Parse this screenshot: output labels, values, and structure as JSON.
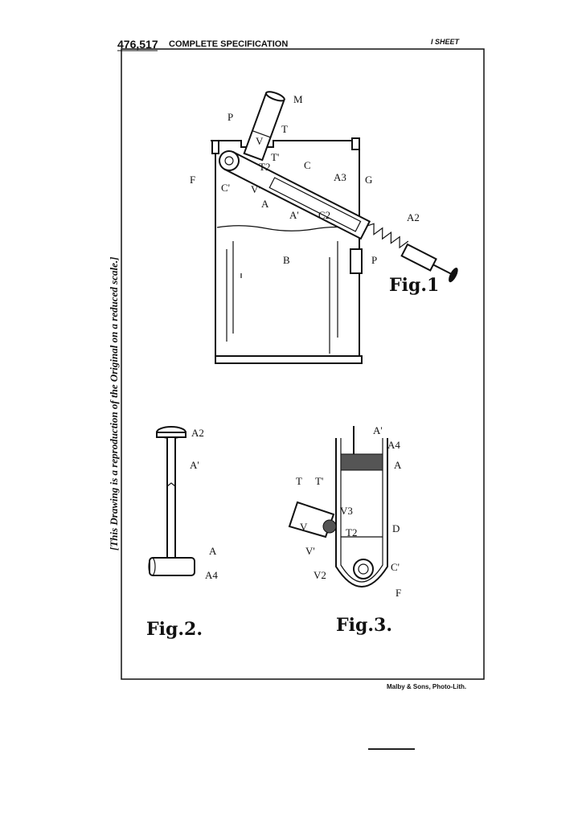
{
  "header": {
    "patent_number": "476,517",
    "title": "COMPLETE SPECIFICATION",
    "sheets": "I SHEET"
  },
  "side_note": "[This Drawing is a reproduction of the Original on a reduced scale.]",
  "footer": "Malby & Sons, Photo-Lith.",
  "figures": {
    "fig1": {
      "caption": "Fig.1",
      "labels": {
        "M": "M",
        "P_top": "P",
        "T": "T",
        "V": "V",
        "T1": "T'",
        "T2": "T2",
        "F": "F",
        "C1": "C'",
        "V1": "V'",
        "C": "C",
        "A": "A",
        "A1": "A'",
        "A3": "A3",
        "C2": "C2",
        "G": "G",
        "A2": "A2",
        "B": "B",
        "P_side": "P"
      }
    },
    "fig2": {
      "caption": "Fig.2.",
      "labels": {
        "A2": "A2",
        "A1": "A'",
        "A": "A",
        "A4": "A4"
      }
    },
    "fig3": {
      "caption": "Fig.3.",
      "labels": {
        "A1": "A'",
        "A4": "A4",
        "A": "A",
        "T": "T",
        "T1": "T'",
        "V3": "V3",
        "V": "V",
        "T2": "T2",
        "D": "D",
        "V1": "V'",
        "V2": "V2",
        "C1": "C'",
        "F": "F"
      }
    }
  }
}
